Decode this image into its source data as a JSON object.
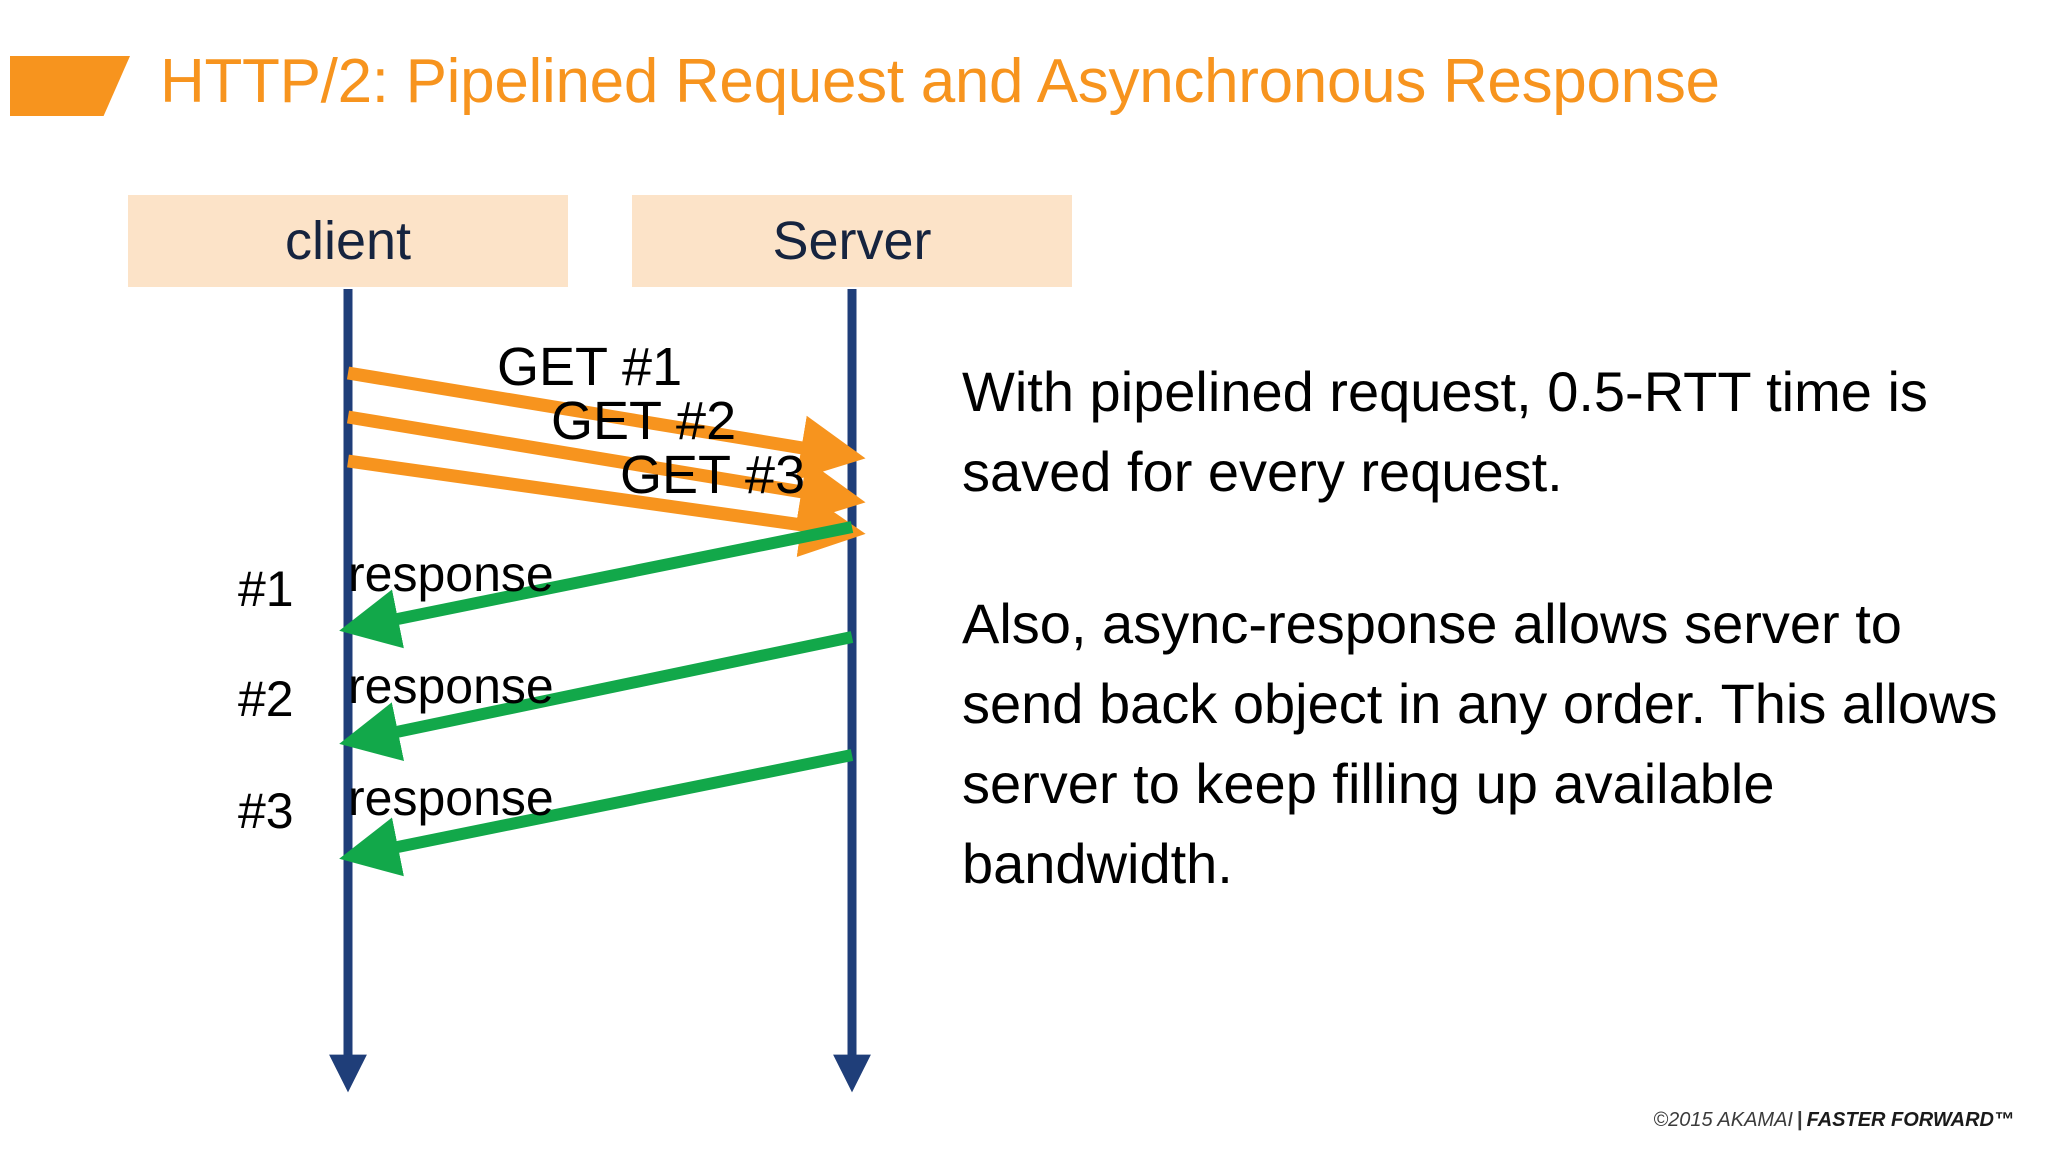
{
  "slide": {
    "title": "HTTP/2: Pipelined Request and Asynchronous Response",
    "accent_color": "#F7941E",
    "background": "#ffffff"
  },
  "diagram": {
    "actors": [
      {
        "id": "client",
        "label": "client"
      },
      {
        "id": "server",
        "label": "Server"
      }
    ],
    "box_color": "#FCE3C8",
    "lifeline_color": "#1F3E79",
    "request_color": "#F7941E",
    "response_color": "#12A84A",
    "requests": [
      {
        "label": "GET #1"
      },
      {
        "label": "GET #2"
      },
      {
        "label": "GET #3"
      }
    ],
    "responses": [
      {
        "number": "#1",
        "label": "response"
      },
      {
        "number": "#2",
        "label": "response"
      },
      {
        "number": "#3",
        "label": "response"
      }
    ]
  },
  "body": {
    "paragraphs": [
      "With pipelined request, 0.5-RTT time is saved for every request.",
      "Also, async-response allows server to send back object in any order. This allows server to keep filling up available bandwidth."
    ]
  },
  "footer": {
    "copyright": "©2015 AKAMAI",
    "separator": "|",
    "tagline": "FASTER FORWARD™"
  }
}
